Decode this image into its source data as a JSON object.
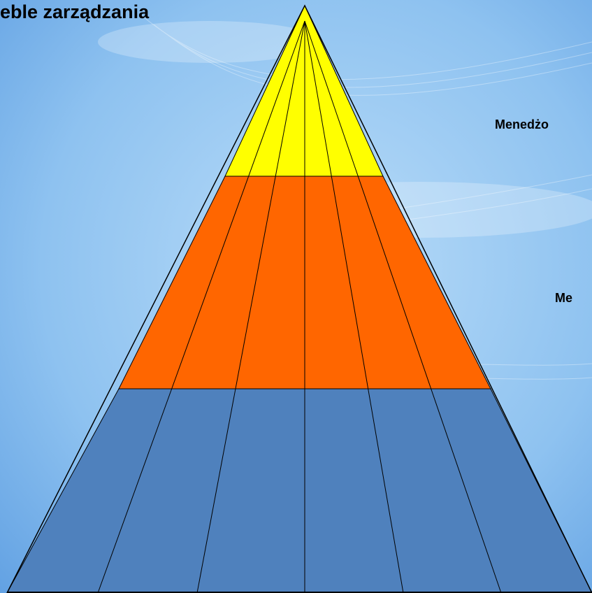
{
  "title": "eble zarządzania",
  "labels": {
    "top": "Menedżo",
    "middle": "Me"
  },
  "colors": {
    "background_light": "#dcecf9",
    "background_mid": "#8fc0ee",
    "background_dark": "#5a9ee4",
    "top_tier": "#ffff00",
    "middle_tier": "#ff6600",
    "bottom_tier": "#4f81bd",
    "outline": "#000000"
  }
}
